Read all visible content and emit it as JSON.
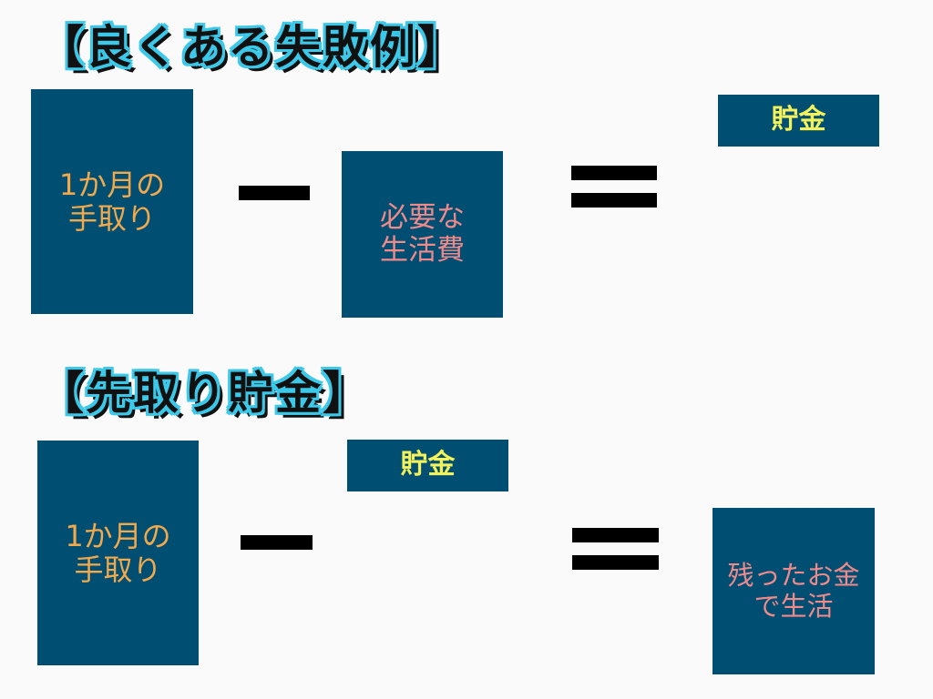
{
  "bad_example": {
    "title": "【良くある失敗例】",
    "income": "1か月の\n手取り",
    "expenses": "必要な\n生活費",
    "savings": "貯金"
  },
  "pay_yourself_first": {
    "title": "【先取り貯金】",
    "income": "1か月の\n手取り",
    "savings": "貯金",
    "remainder": "残ったお金\nで生活"
  },
  "colors": {
    "box": "#004f72",
    "income_text": "#f2a94c",
    "expense_text": "#f08a8a",
    "savings_text": "#f4f15a",
    "title_outline": "#3cc8e8"
  }
}
